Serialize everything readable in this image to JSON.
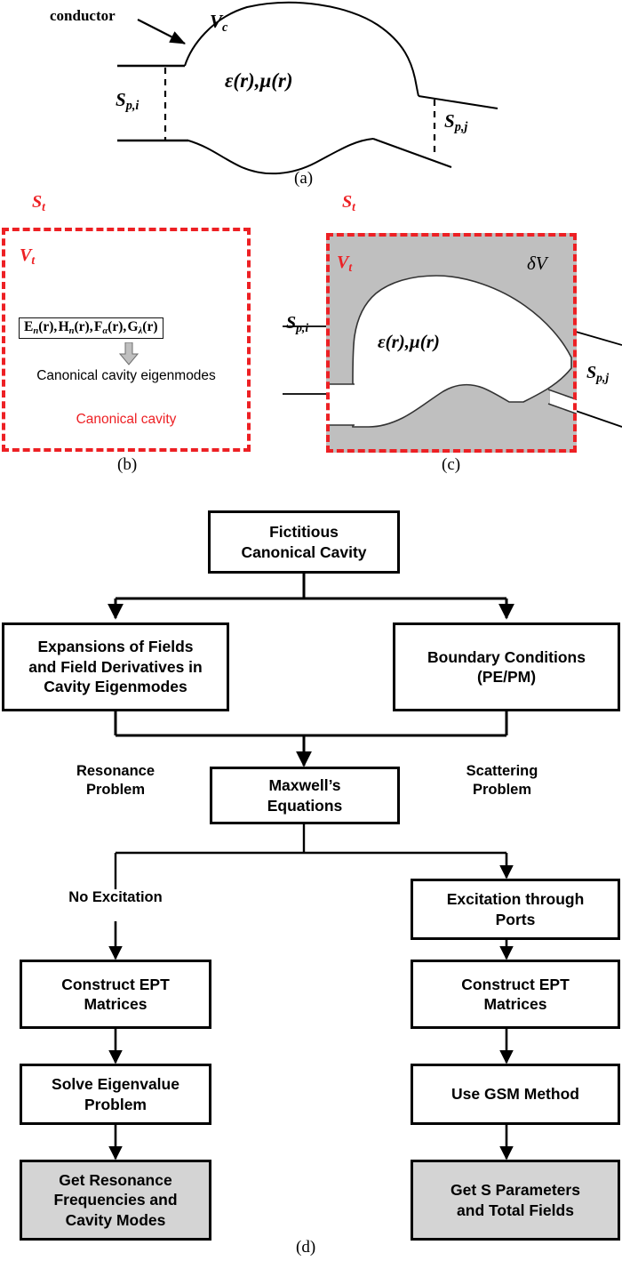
{
  "figure": {
    "panel_labels": {
      "a": "(a)",
      "b": "(b)",
      "c": "(c)",
      "d": "(d)"
    }
  },
  "panel_a": {
    "conductor_label": "conductor",
    "cavity_volume_label": "V",
    "cavity_volume_sub": "c",
    "material_label": "ε(r),μ(r)",
    "port_i_label": "S",
    "port_i_sub": "p,i",
    "port_j_label": "S",
    "port_j_sub": "p,j"
  },
  "panel_b": {
    "surface_label": "S",
    "surface_sub": "t",
    "volume_label": "V",
    "volume_sub": "t",
    "eigen_formula": "Eₙ(r), Hₙ(r), Fα(r), Gλ(r)",
    "eigen_formula_parts": [
      {
        "sym": "E",
        "sub": "n",
        "arg": "(r)"
      },
      {
        "sym": "H",
        "sub": "n",
        "arg": "(r)"
      },
      {
        "sym": "F",
        "sub": "α",
        "arg": "(r)"
      },
      {
        "sym": "G",
        "sub": "λ",
        "arg": "(r)"
      }
    ],
    "arrow_icon": "down-arrow-icon",
    "eigenmodes_caption": "Canonical cavity eigenmodes",
    "canonical_cavity_caption": "Canonical cavity"
  },
  "panel_c": {
    "surface_label": "S",
    "surface_sub": "t",
    "volume_label": "V",
    "volume_sub": "t",
    "delta_volume_label": "δV",
    "material_label": "ε(r),μ(r)",
    "port_i_label": "S",
    "port_i_sub": "p,i",
    "port_j_label": "S",
    "port_j_sub": "p,j"
  },
  "flowchart": {
    "boxes": {
      "fictitious_cavity": "Fictitious\nCanonical Cavity",
      "expansions": "Expansions of Fields\nand Field Derivatives in\nCavity Eigenmodes",
      "boundary_conditions": "Boundary Conditions\n(PE/PM)",
      "maxwell": "Maxwell’s\nEquations",
      "excitation_ports": "Excitation through\nPorts",
      "construct_ept_left": "Construct EPT\nMatrices",
      "construct_ept_right": "Construct EPT\nMatrices",
      "solve_eigenvalue": "Solve Eigenvalue\nProblem",
      "use_gsm": "Use GSM Method",
      "get_resonance": "Get Resonance\nFrequencies and\nCavity Modes",
      "get_s_parameters": "Get S Parameters\nand Total Fields"
    },
    "edge_labels": {
      "resonance_problem": "Resonance\nProblem",
      "scattering_problem": "Scattering\nProblem",
      "no_excitation": "No Excitation"
    }
  },
  "colors": {
    "accent_red": "#ED2024",
    "shaded_fill": "#D4D4D4",
    "panel_c_fill": "#BFBFBF",
    "line_black": "#000000"
  }
}
